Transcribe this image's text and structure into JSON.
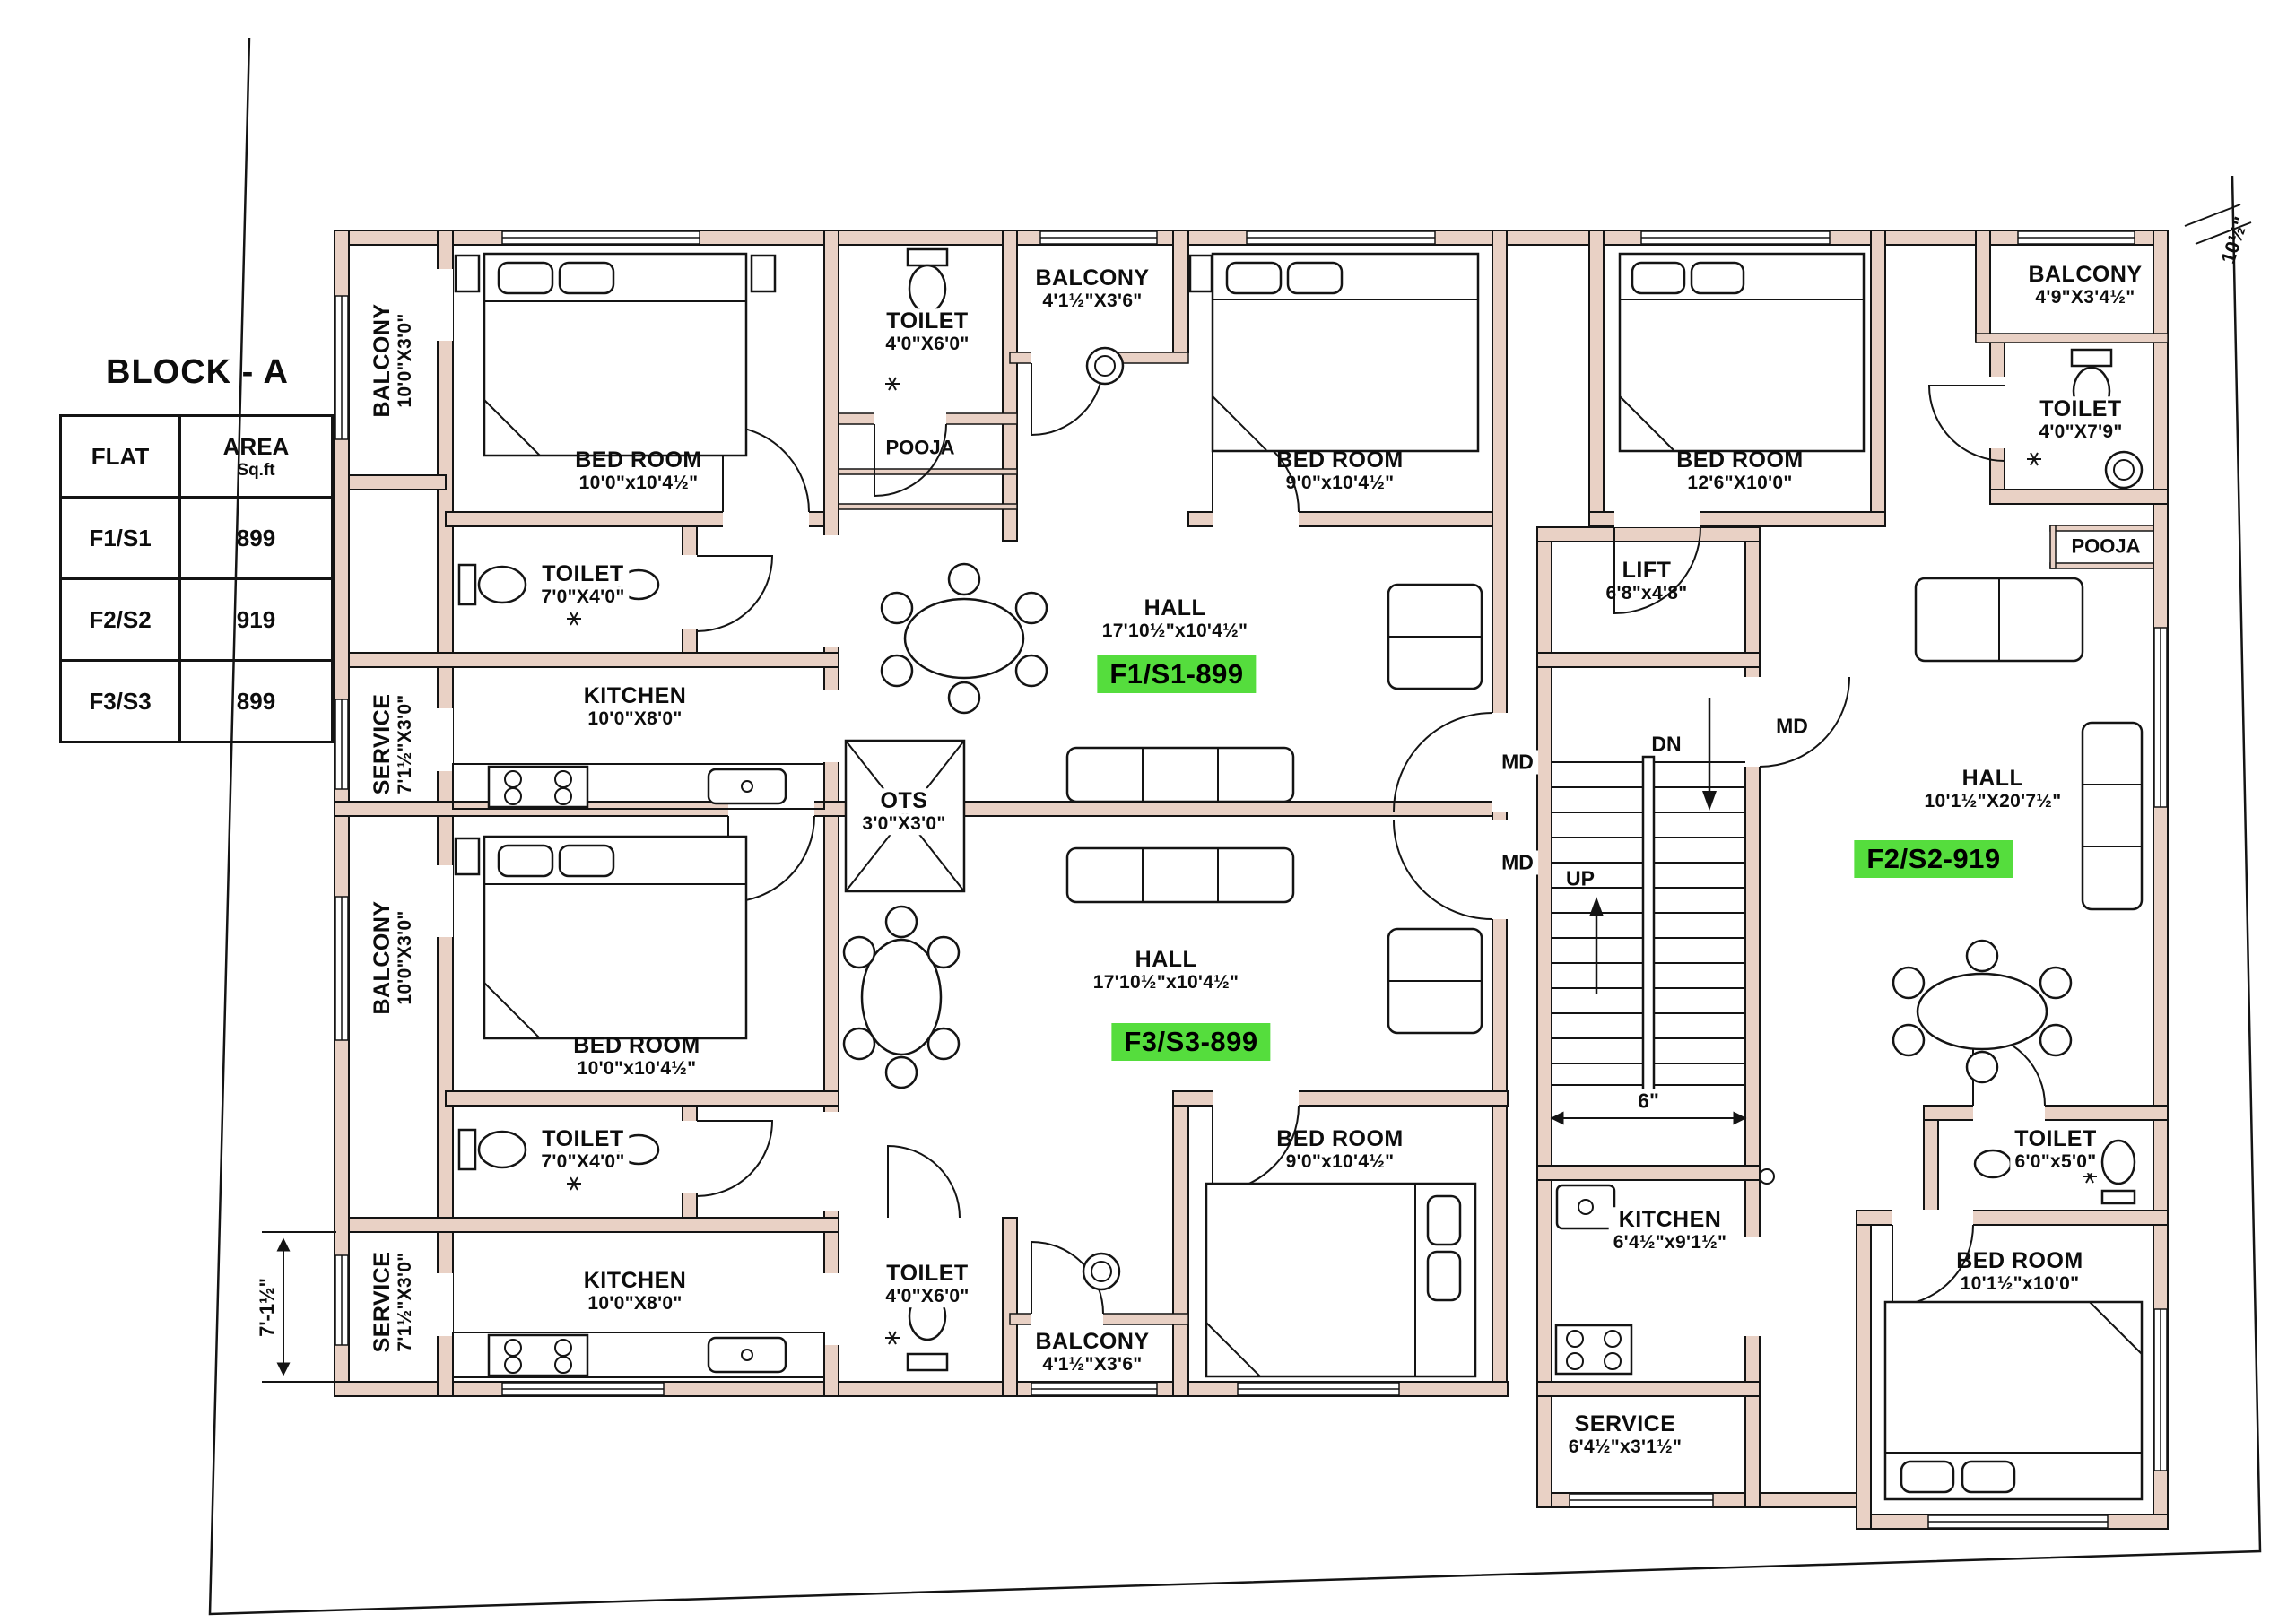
{
  "title": "BLOCK - A",
  "legend": {
    "header_flat": "FLAT",
    "header_area": "AREA",
    "header_area_sub": "Sq.ft",
    "rows": [
      {
        "flat": "F1/S1",
        "area": "899"
      },
      {
        "flat": "F2/S2",
        "area": "919"
      },
      {
        "flat": "F3/S3",
        "area": "899"
      }
    ]
  },
  "tags": {
    "f1": "F1/S1-899",
    "f2": "F2/S2-919",
    "f3": "F3/S3-899"
  },
  "rooms": {
    "balcony_tl": {
      "name": "BALCONY",
      "dims": "10'0\"X3'0\""
    },
    "bedroom_tl": {
      "name": "BED ROOM",
      "dims": "10'0\"x10'4½\""
    },
    "toilet_top": {
      "name": "TOILET",
      "dims": "4'0\"X6'0\""
    },
    "pooja_left": {
      "name": "POOJA"
    },
    "balcony_top": {
      "name": "BALCONY",
      "dims": "4'1½\"X3'6\""
    },
    "bedroom_tm": {
      "name": "BED ROOM",
      "dims": "9'0\"x10'4½\""
    },
    "bedroom_tr": {
      "name": "BED ROOM",
      "dims": "12'6\"X10'0\""
    },
    "balcony_tr": {
      "name": "BALCONY",
      "dims": "4'9\"X3'4½\""
    },
    "toilet_tr": {
      "name": "TOILET",
      "dims": "4'0\"X7'9\""
    },
    "pooja_right": {
      "name": "POOJA"
    },
    "toilet_l1": {
      "name": "TOILET",
      "dims": "7'0\"X4'0\""
    },
    "service_l1": {
      "name": "SERVICE",
      "dims": "7'1½\"X3'0\""
    },
    "kitchen_l1": {
      "name": "KITCHEN",
      "dims": "10'0\"X8'0\""
    },
    "hall_f1": {
      "name": "HALL",
      "dims": "17'10½\"x10'4½\""
    },
    "lift": {
      "name": "LIFT",
      "dims": "6'8\"x4'8\""
    },
    "ots": {
      "name": "OTS",
      "dims": "3'0\"X3'0\""
    },
    "hall_f2": {
      "name": "HALL",
      "dims": "10'1½\"X20'7½\""
    },
    "balcony_l2": {
      "name": "BALCONY",
      "dims": "10'0\"X3'0\""
    },
    "bedroom_ml": {
      "name": "BED ROOM",
      "dims": "10'0\"x10'4½\""
    },
    "hall_f3": {
      "name": "HALL",
      "dims": "17'10½\"x10'4½\""
    },
    "toilet_l2": {
      "name": "TOILET",
      "dims": "7'0\"X4'0\""
    },
    "service_l2": {
      "name": "SERVICE",
      "dims": "7'1½\"X3'0\""
    },
    "kitchen_l2": {
      "name": "KITCHEN",
      "dims": "10'0\"X8'0\""
    },
    "toilet_bm": {
      "name": "TOILET",
      "dims": "4'0\"X6'0\""
    },
    "balcony_bm": {
      "name": "BALCONY",
      "dims": "4'1½\"X3'6\""
    },
    "bedroom_bm": {
      "name": "BED ROOM",
      "dims": "9'0\"x10'4½\""
    },
    "kitchen_r": {
      "name": "KITCHEN",
      "dims": "6'4½\"x9'1½\""
    },
    "service_r": {
      "name": "SERVICE",
      "dims": "6'4½\"x3'1½\""
    },
    "toilet_br": {
      "name": "TOILET",
      "dims": "6'0\"x5'0\""
    },
    "bedroom_br": {
      "name": "BED ROOM",
      "dims": "10'1½\"x10'0\""
    }
  },
  "markers": {
    "md": "MD",
    "dn": "DN",
    "up": "UP",
    "stair_width": "6\"",
    "dim_left": "7'-1½\"",
    "dim_top_right": "10½\""
  },
  "colors": {
    "wall_fill": "#e9d1c5",
    "highlight_green": "#55dd3d",
    "line": "#141414"
  }
}
